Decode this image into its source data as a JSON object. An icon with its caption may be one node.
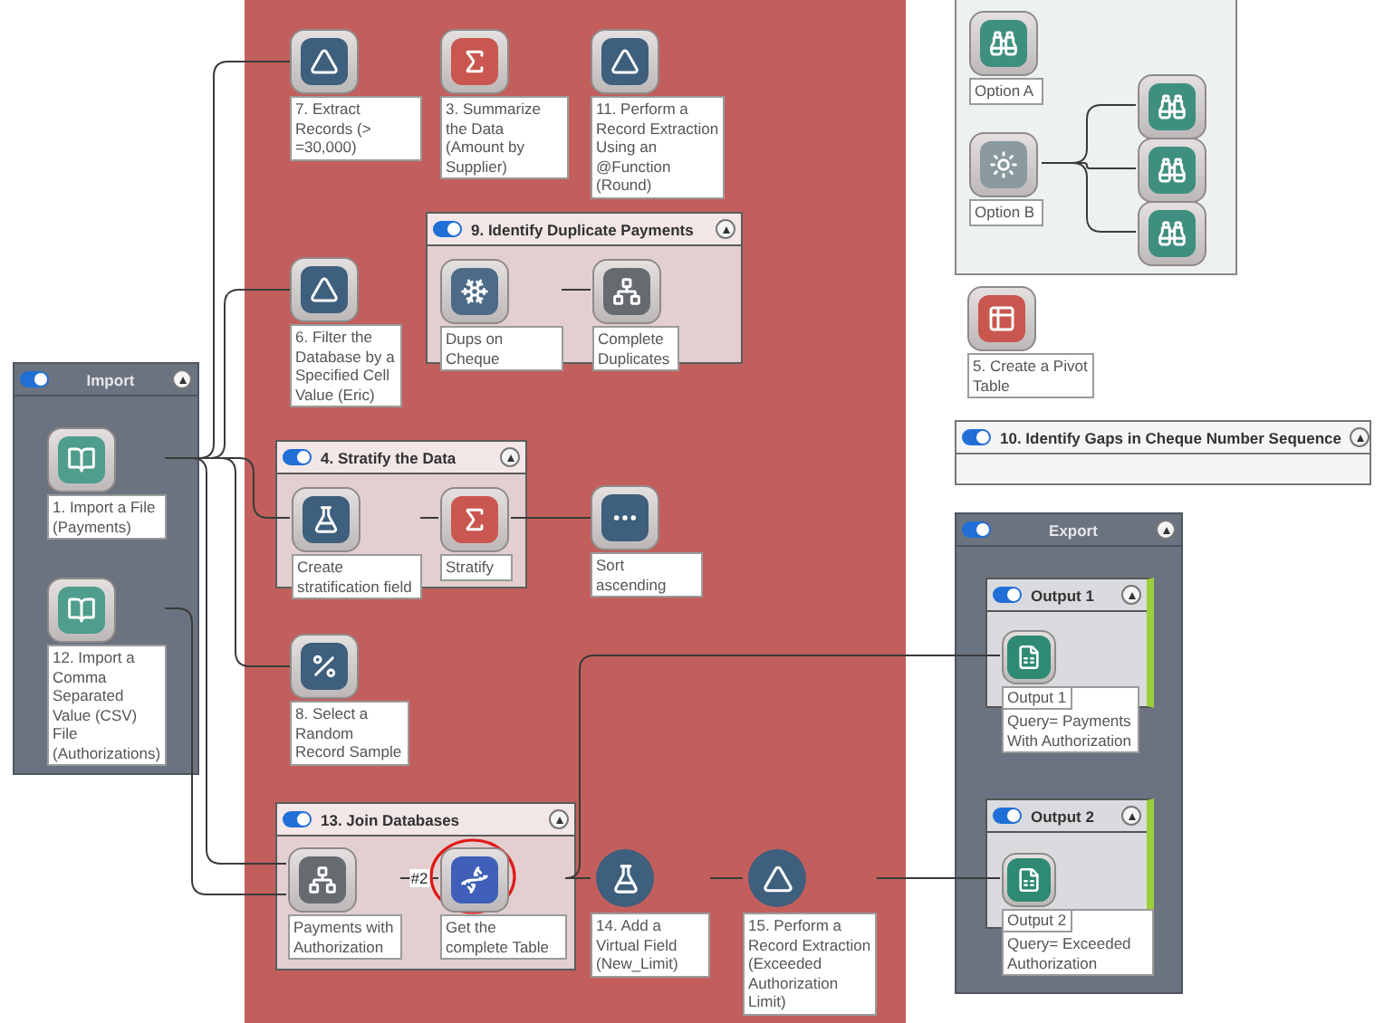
{
  "diagram": {
    "nodes": [
      {
        "text": [
          "Import"
        ]
      },
      {
        "text": [
          "1. Import a File (Payments)"
        ],
        "in": 0
      },
      {
        "text": [
          "12. Import a Comma Separated Value (CSV) File (Authorizations)"
        ],
        "in": 0
      },
      {
        "text": [
          "7. Extract Records (> =30,000)"
        ]
      },
      {
        "text": [
          "3. Summarize the Data (Amount by Supplier)"
        ]
      },
      {
        "text": [
          "11. Perform a Record Extraction Using an @Function (Round)"
        ]
      },
      {
        "text": [
          "9. Identify Duplicate Payments"
        ]
      },
      {
        "text": [
          "Dups on Cheque"
        ],
        "in": 6
      },
      {
        "text": [
          "Complete Duplicates"
        ],
        "in": 6
      },
      {
        "text": [
          "6. Filter the Database by a Specified Cell Value (Eric)"
        ]
      },
      {
        "text": [
          "4. Stratify the Data"
        ]
      },
      {
        "text": [
          "Create stratification field"
        ],
        "in": 10
      },
      {
        "text": [
          "Stratify"
        ],
        "in": 10
      },
      {
        "text": [
          "Sort ascending"
        ]
      },
      {
        "text": [
          "8. Select a Random Record Sample"
        ]
      },
      {
        "text": [
          "13. Join Databases"
        ]
      },
      {
        "text": [
          "Payments with Authorization"
        ],
        "in": 15
      },
      {
        "text": [
          "Get the complete Table"
        ],
        "in": 15
      },
      {
        "text": [
          "14. Add a Virtual Field (New_Limit)"
        ]
      },
      {
        "text": [
          "15. Perform a Record Extraction (Exceeded Authorization Limit)"
        ]
      },
      {
        "text": [],
        "shape": "box"
      },
      {
        "text": [
          "Option A"
        ],
        "in": 20
      },
      {
        "text": [
          "Option B"
        ],
        "in": 20
      },
      {
        "text": [],
        "shape": "picture",
        "in": 20
      },
      {
        "text": [],
        "shape": "picture",
        "in": 20
      },
      {
        "text": [],
        "shape": "picture",
        "in": 20
      },
      {
        "text": [
          "5. Create a Pivot Table"
        ]
      },
      {
        "text": [
          "10. Identify Gaps in Cheque Number Sequence"
        ]
      },
      {
        "text": [
          "Export"
        ]
      },
      {
        "text": [
          "Output 1"
        ],
        "in": 28
      },
      {
        "text": [
          "Output 1",
          "Query= Payments With Authorization"
        ],
        "in": 28
      },
      {
        "text": [
          "Output 2"
        ],
        "in": 28
      },
      {
        "text": [
          "Output 2",
          "Query= Exceeded Authorization"
        ],
        "in": 28
      }
    ],
    "edges": [
      {
        "from": 1,
        "to": 3,
        "arrow": "none"
      },
      {
        "from": 1,
        "to": 9,
        "arrow": "none"
      },
      {
        "from": 1,
        "to": 11,
        "arrow": "none"
      },
      {
        "from": 1,
        "to": 14,
        "arrow": "none"
      },
      {
        "from": 1,
        "to": 16,
        "arrow": "none"
      },
      {
        "from": 2,
        "to": 16,
        "arrow": "none"
      },
      {
        "from": 7,
        "to": 8,
        "arrow": "none"
      },
      {
        "from": 11,
        "to": 12,
        "arrow": "none"
      },
      {
        "from": 12,
        "to": 13,
        "arrow": "none"
      },
      {
        "from": 16,
        "to": 17,
        "arrow": "none",
        "label": "#2"
      },
      {
        "from": 17,
        "to": 30,
        "arrow": "none"
      },
      {
        "from": 17,
        "to": 18,
        "arrow": "none"
      },
      {
        "from": 18,
        "to": 19,
        "arrow": "none"
      },
      {
        "from": 19,
        "to": 32,
        "arrow": "none"
      },
      {
        "from": 22,
        "to": 23,
        "arrow": "none"
      },
      {
        "from": 22,
        "to": 24,
        "arrow": "none"
      },
      {
        "from": 22,
        "to": 25,
        "arrow": "none"
      }
    ]
  }
}
